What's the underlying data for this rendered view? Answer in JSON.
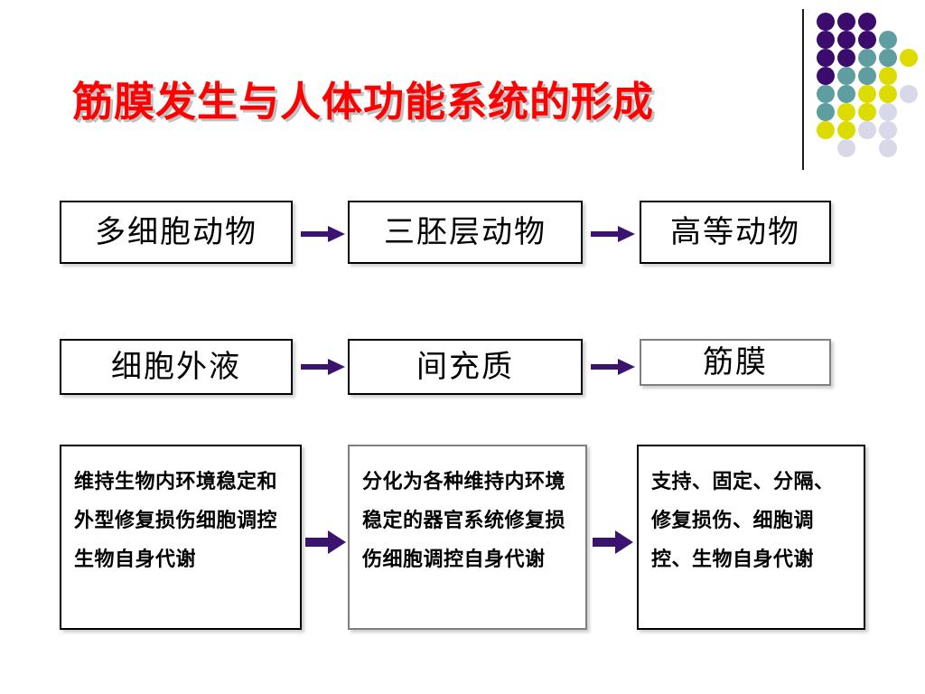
{
  "slide": {
    "title": "筋膜发生与人体功能系统的形成",
    "title_color": "#FF0000",
    "background_color": "#FFFFFF",
    "arrow_color": "#3B1470"
  },
  "decoration": {
    "name": "dot-grid-motif",
    "colors": {
      "purple": "#3B0B6E",
      "teal": "#5F9EA0",
      "yellow": "#DCDC00",
      "lavender": "#D8D8E8"
    },
    "dots": [
      {
        "col": 0,
        "row": 0,
        "color": "#3B0B6E"
      },
      {
        "col": 1,
        "row": 0,
        "color": "#3B0B6E"
      },
      {
        "col": 2,
        "row": 0,
        "color": "#3B0B6E"
      },
      {
        "col": 0,
        "row": 1,
        "color": "#3B0B6E"
      },
      {
        "col": 1,
        "row": 1,
        "color": "#3B0B6E"
      },
      {
        "col": 2,
        "row": 1,
        "color": "#3B0B6E"
      },
      {
        "col": 3,
        "row": 1,
        "color": "#5F9EA0"
      },
      {
        "col": 0,
        "row": 2,
        "color": "#3B0B6E"
      },
      {
        "col": 1,
        "row": 2,
        "color": "#3B0B6E"
      },
      {
        "col": 2,
        "row": 2,
        "color": "#5F9EA0"
      },
      {
        "col": 3,
        "row": 2,
        "color": "#5F9EA0"
      },
      {
        "col": 4,
        "row": 2,
        "color": "#DCDC00"
      },
      {
        "col": 0,
        "row": 3,
        "color": "#3B0B6E"
      },
      {
        "col": 1,
        "row": 3,
        "color": "#5F9EA0"
      },
      {
        "col": 2,
        "row": 3,
        "color": "#5F9EA0"
      },
      {
        "col": 3,
        "row": 3,
        "color": "#DCDC00"
      },
      {
        "col": 0,
        "row": 4,
        "color": "#5F9EA0"
      },
      {
        "col": 1,
        "row": 4,
        "color": "#5F9EA0"
      },
      {
        "col": 2,
        "row": 4,
        "color": "#DCDC00"
      },
      {
        "col": 3,
        "row": 4,
        "color": "#DCDC00"
      },
      {
        "col": 4,
        "row": 4,
        "color": "#D8D8E8"
      },
      {
        "col": 0,
        "row": 5,
        "color": "#5F9EA0"
      },
      {
        "col": 1,
        "row": 5,
        "color": "#DCDC00"
      },
      {
        "col": 2,
        "row": 5,
        "color": "#DCDC00"
      },
      {
        "col": 3,
        "row": 5,
        "color": "#D8D8E8"
      },
      {
        "col": 0,
        "row": 6,
        "color": "#DCDC00"
      },
      {
        "col": 1,
        "row": 6,
        "color": "#DCDC00"
      },
      {
        "col": 2,
        "row": 6,
        "color": "#D8D8E8"
      },
      {
        "col": 3,
        "row": 6,
        "color": "#D8D8E8"
      },
      {
        "col": 1,
        "row": 7,
        "color": "#D8D8E8"
      },
      {
        "col": 3,
        "row": 7,
        "color": "#D8D8E8"
      }
    ]
  },
  "rows": [
    {
      "name": "animal-evolution-row",
      "boxes": [
        {
          "label": "多细胞动物",
          "border": "black"
        },
        {
          "label": "三胚层动物",
          "border": "black"
        },
        {
          "label": "高等动物",
          "border": "black"
        }
      ]
    },
    {
      "name": "fascia-origin-row",
      "boxes": [
        {
          "label": "细胞外液",
          "border": "black"
        },
        {
          "label": "间充质",
          "border": "black"
        },
        {
          "label": "筋膜",
          "border": "gray"
        }
      ]
    },
    {
      "name": "function-description-row",
      "boxes": [
        {
          "label": "维持生物内环境稳定和外型修复损伤细胞调控生物自身代谢",
          "border": "black"
        },
        {
          "label": "分化为各种维持内环境稳定的器官系统修复损伤细胞调控自身代谢",
          "border": "gray"
        },
        {
          "label": "支持、固定、分隔、修复损伤、细胞调控、生物自身代谢",
          "border": "black"
        }
      ]
    }
  ],
  "arrows": [
    {
      "name": "arrow-multicellular-to-triploblastic"
    },
    {
      "name": "arrow-triploblastic-to-higher-animal"
    },
    {
      "name": "arrow-extracellular-fluid-to-mesenchyme"
    },
    {
      "name": "arrow-mesenchyme-to-fascia"
    },
    {
      "name": "arrow-function-one-to-two"
    },
    {
      "name": "arrow-function-two-to-three"
    }
  ]
}
